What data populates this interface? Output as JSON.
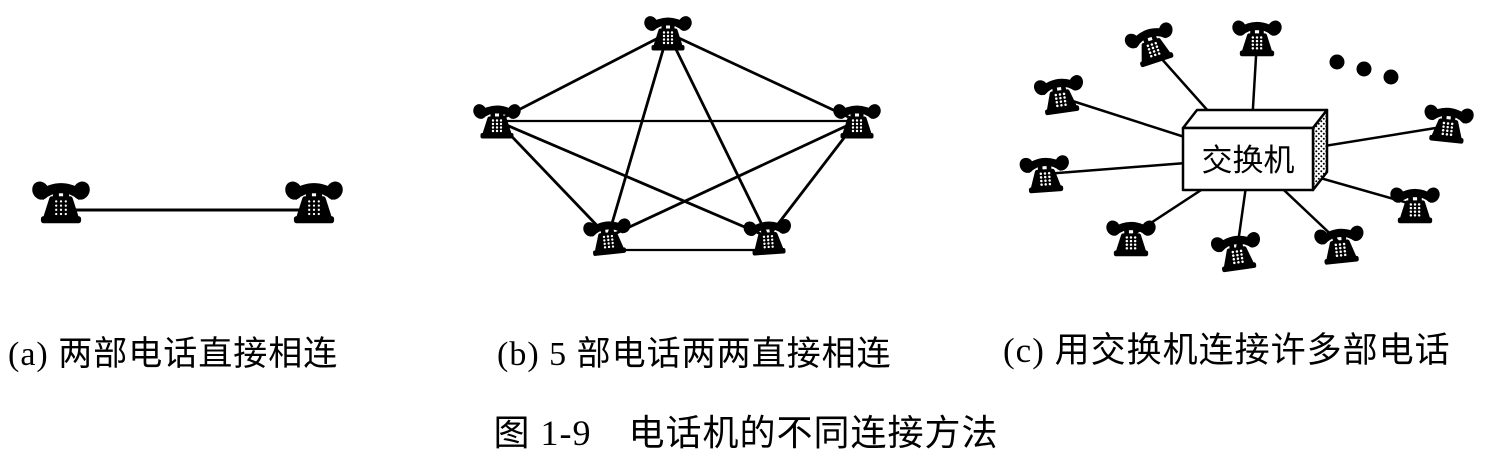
{
  "figure": {
    "caption": "图 1-9　电话机的不同连接方法",
    "panels": {
      "a": {
        "label": "(a) 两部电话直接相连",
        "phone_count": 2,
        "connection_count": 1
      },
      "b": {
        "label": "(b) 5 部电话两两直接相连",
        "phone_count": 5,
        "connection_count": 10
      },
      "c": {
        "label": "(c) 用交换机连接许多部电话",
        "phone_count": 9,
        "switch_label": "交换机",
        "ellipsis_dot_count": 3
      }
    }
  },
  "icons": {
    "phone": "phone-icon",
    "switch": "switch-box",
    "ellipsis": "ellipsis-dots-icon"
  },
  "colors": {
    "ink": "#000000",
    "background": "#ffffff"
  }
}
